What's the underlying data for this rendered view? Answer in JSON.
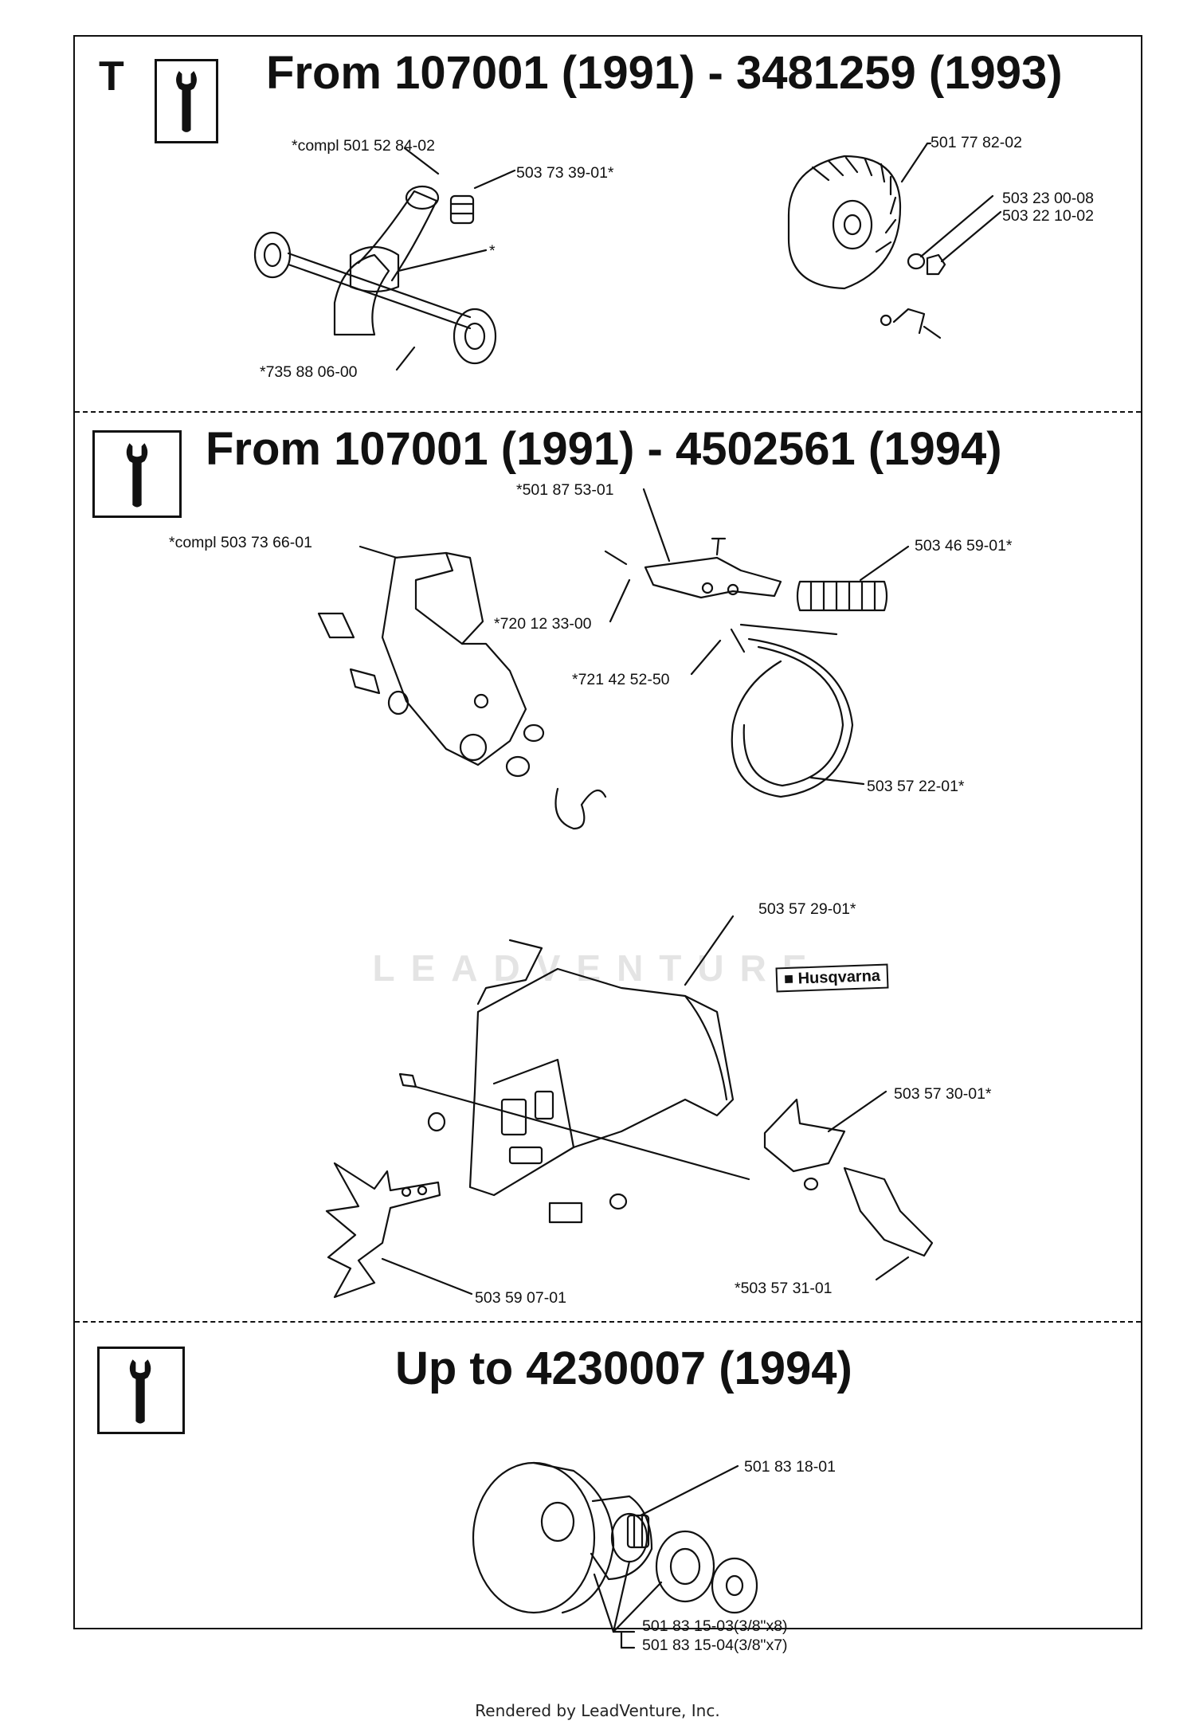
{
  "document": {
    "watermark_text": "LEADVENTURE",
    "footer": "Rendered by LeadVenture, Inc."
  },
  "sections": [
    {
      "letter": "T",
      "heading": "From 107001 (1991) - 3481259 (1993)",
      "tool_icon": "wrench-icon",
      "parts": [
        {
          "label": "*compl 501 52 84-02"
        },
        {
          "label": "503 73 39-01*"
        },
        {
          "label": "*"
        },
        {
          "label": "*735 88 06-00"
        },
        {
          "label": "501 77 82-02"
        },
        {
          "label": "503 23 00-08"
        },
        {
          "label": "503 22 10-02"
        }
      ]
    },
    {
      "letter": "",
      "heading": "From 107001 (1991) - 4502561 (1994)",
      "tool_icon": "wrench-icon",
      "brand_tag": "Husqvarna",
      "parts": [
        {
          "label": "*501 87 53-01"
        },
        {
          "label": "*compl 503 73 66-01"
        },
        {
          "label": "503 46 59-01*"
        },
        {
          "label": "*720 12 33-00"
        },
        {
          "label": "*721 42 52-50"
        },
        {
          "label": "503 57 22-01*"
        },
        {
          "label": "503 57 29-01*"
        },
        {
          "label": "503 57 30-01*"
        },
        {
          "label": "503 59 07-01"
        },
        {
          "label": "*503 57 31-01"
        }
      ]
    },
    {
      "letter": "",
      "heading": "Up to 4230007 (1994)",
      "tool_icon": "wrench-icon",
      "parts": [
        {
          "label": "501 83 18-01"
        },
        {
          "label": "501 83 15-03(3/8\"x8)"
        },
        {
          "label": "501 83 15-04(3/8\"x7)"
        }
      ]
    }
  ]
}
